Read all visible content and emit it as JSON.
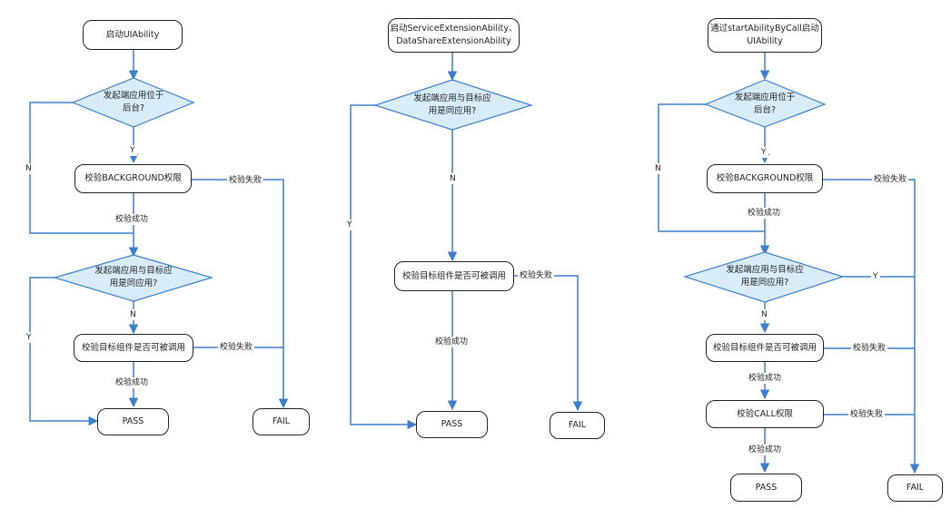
{
  "flow1": {
    "start": "启动UIAbility",
    "q_background": "发起端应用位于\n后台?",
    "check_background": "校验BACKGROUND权限",
    "q_same_app": "发起端应用与目标应\n用是同应用?",
    "check_callable": "校验目标组件是否可被调用",
    "pass": "PASS",
    "fail": "FAIL",
    "y": "Y",
    "n": "N",
    "success": "校验成功",
    "failure": "校验失败"
  },
  "flow2": {
    "start": "启动ServiceExtensionAbility、\nDataShareExtensionAbility",
    "q_same_app": "发起端应用与目标应\n用是同应用?",
    "check_callable": "校验目标组件是否可被调用",
    "pass": "PASS",
    "fail": "FAIL",
    "y": "Y",
    "n": "N",
    "success": "校验成功",
    "failure": "校验失败"
  },
  "flow3": {
    "start": "通过startAbilityByCall启动\nUIAbility",
    "q_background": "发起端应用位于\n后台?",
    "check_background": "校验BACKGROUND权限",
    "q_same_app": "发起端应用与目标应\n用是同应用?",
    "check_callable": "校验目标组件是否可被调用",
    "check_call": "校验CALL权限",
    "pass": "PASS",
    "fail": "FAIL",
    "y": "Y",
    "n": "N",
    "success": "校验成功",
    "failure": "校验失败"
  },
  "colors": {
    "arrow": "#3b7fd0",
    "decision_fill": "#d9ecf9",
    "decision_stroke": "#3b7fd0",
    "box_stroke": "#222222"
  }
}
